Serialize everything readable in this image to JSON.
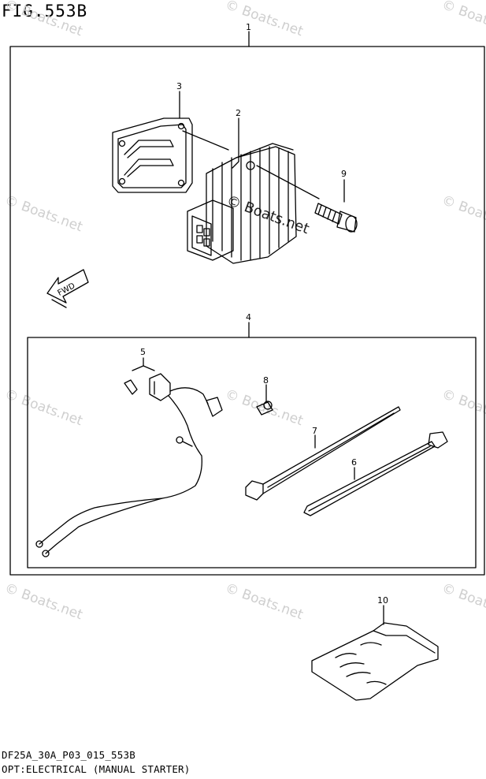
{
  "figure_title": "FIG.553B",
  "footer": {
    "code": "DF25A_30A_P03_015_553B",
    "caption": "OPT:ELECTRICAL (MANUAL STARTER)"
  },
  "watermark": "© Boats.net",
  "fwd_label": "FWD",
  "callouts": {
    "c1": "1",
    "c2": "2",
    "c3": "3",
    "c4": "4",
    "c5": "5",
    "c6": "6",
    "c7": "7",
    "c8": "8",
    "c9": "9",
    "c10": "10"
  }
}
